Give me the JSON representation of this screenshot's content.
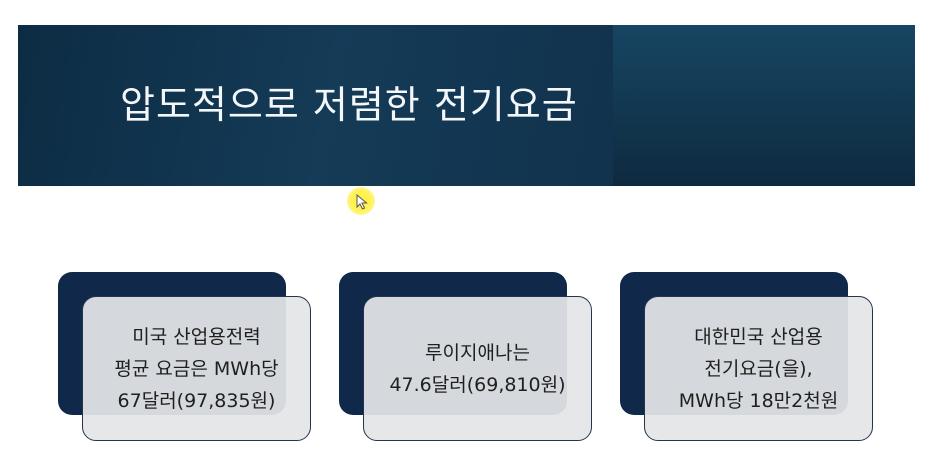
{
  "slide": {
    "title": "압도적으로 저렴한 전기요금",
    "colors": {
      "banner": "#0f2f49",
      "card_back": "#10294a",
      "card_front": "#e4e5e7",
      "cursor_highlight": "#ffee28"
    }
  },
  "cards": [
    {
      "text": "미국 산업용전력\n평균 요금은 MWh당\n67달러(97,835원)"
    },
    {
      "text": "루이지애나는\n47.6달러(69,810원)"
    },
    {
      "text": "대한민국 산업용\n전기요금(을),\nMWh당 18만2천원"
    }
  ],
  "cursor": {
    "icon": "mouse-pointer-icon"
  }
}
